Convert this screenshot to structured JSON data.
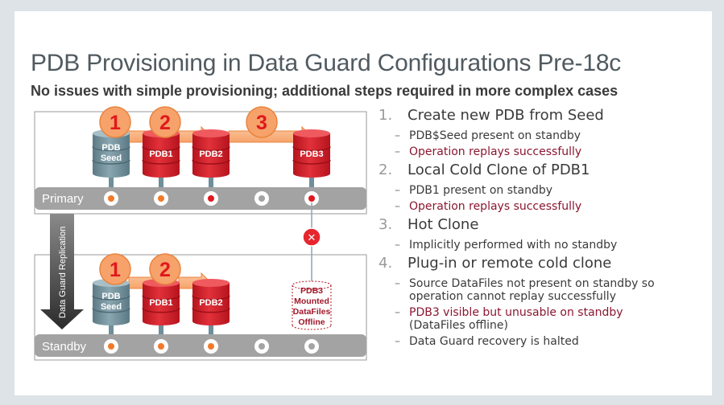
{
  "slide": {
    "title": "PDB Provisioning in Data Guard Configurations Pre-18c",
    "subtitle": "No issues with simple provisioning; additional steps required in more complex cases"
  },
  "colors": {
    "db_red": "#d8212d",
    "db_gray": "#6f8f9a",
    "bar_gray": "#a3a3a3",
    "badge_orange": "#f6a26a",
    "badge_text": "#e0181e",
    "highlight": "#8a1730",
    "error_red": "#e5262e"
  },
  "diagram": {
    "primary": {
      "label": "Primary",
      "dbs": [
        {
          "name": "PDB",
          "name2": "Seed",
          "style": "gray",
          "dot": "orange"
        },
        {
          "name": "PDB1",
          "style": "red",
          "dot": "orange"
        },
        {
          "name": "PDB2",
          "style": "red",
          "dot": "red"
        },
        {
          "name": "",
          "style": "none",
          "dot": "none"
        },
        {
          "name": "PDB3",
          "style": "red",
          "dot": "red"
        }
      ],
      "badges": [
        "1",
        "2",
        "3"
      ]
    },
    "standby": {
      "label": "Standby",
      "dbs": [
        {
          "name": "PDB",
          "name2": "Seed",
          "style": "gray",
          "dot": "orange"
        },
        {
          "name": "PDB1",
          "style": "red",
          "dot": "orange"
        },
        {
          "name": "PDB2",
          "style": "red",
          "dot": "orange"
        },
        {
          "name": "",
          "style": "none",
          "dot": "none"
        },
        {
          "name": "",
          "style": "none",
          "dot": "none"
        }
      ],
      "badges": [
        "1",
        "2"
      ],
      "placeholder": [
        "PDB3",
        "Mounted",
        "DataFiles",
        "Offline"
      ]
    },
    "replication_label": "Data Guard Replication",
    "error_symbol": "✕"
  },
  "steps": [
    {
      "num": "1.",
      "text": "Create new PDB from Seed",
      "subs": [
        {
          "text": "PDB$Seed present on standby",
          "highlight": false
        },
        {
          "text": "Operation replays successfully",
          "highlight": true
        }
      ]
    },
    {
      "num": "2.",
      "text": "Local Cold Clone of PDB1",
      "subs": [
        {
          "text": "PDB1 present on standby",
          "highlight": false
        },
        {
          "text": "Operation replays successfully",
          "highlight": true
        }
      ]
    },
    {
      "num": "3.",
      "text": "Hot Clone",
      "subs": [
        {
          "text": "Implicitly performed with no standby",
          "highlight": false
        }
      ]
    },
    {
      "num": "4.",
      "text": "Plug-in or remote cold clone",
      "subs": [
        {
          "text": "Source DataFiles not present on standby so operation cannot replay successfully",
          "highlight": false
        },
        {
          "text": "PDB3 visible but unusable on standby",
          "extra": "(DataFiles offline)",
          "highlight": true
        },
        {
          "text": "Data Guard recovery is halted",
          "highlight": false
        }
      ]
    }
  ]
}
